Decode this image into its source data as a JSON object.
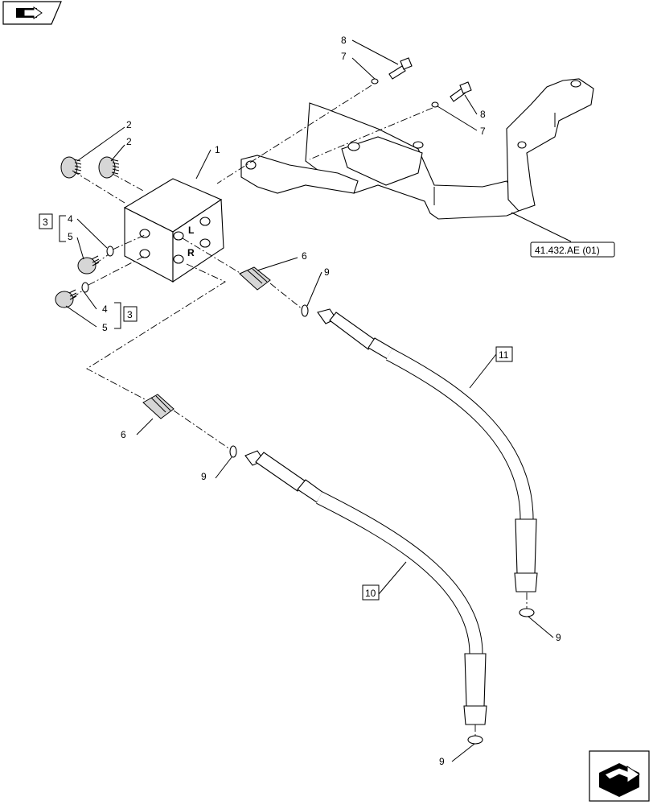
{
  "callouts": {
    "c1": "1",
    "c2a": "2",
    "c2b": "2",
    "c3a": "3",
    "c3b": "3",
    "c4a": "4",
    "c4b": "4",
    "c5a": "5",
    "c5b": "5",
    "c6a": "6",
    "c6b": "6",
    "c7a": "7",
    "c7b": "7",
    "c8a": "8",
    "c8b": "8",
    "c9a": "9",
    "c9b": "9",
    "c9c": "9",
    "c9d": "9",
    "c10": "10",
    "c11": "11"
  },
  "reference": "41.432.AE (01)",
  "block_marks": {
    "left": "L",
    "right": "R"
  },
  "icons": {
    "top_left": "book-with-arrow-icon",
    "bottom_right": "next-page-arrow-icon"
  }
}
